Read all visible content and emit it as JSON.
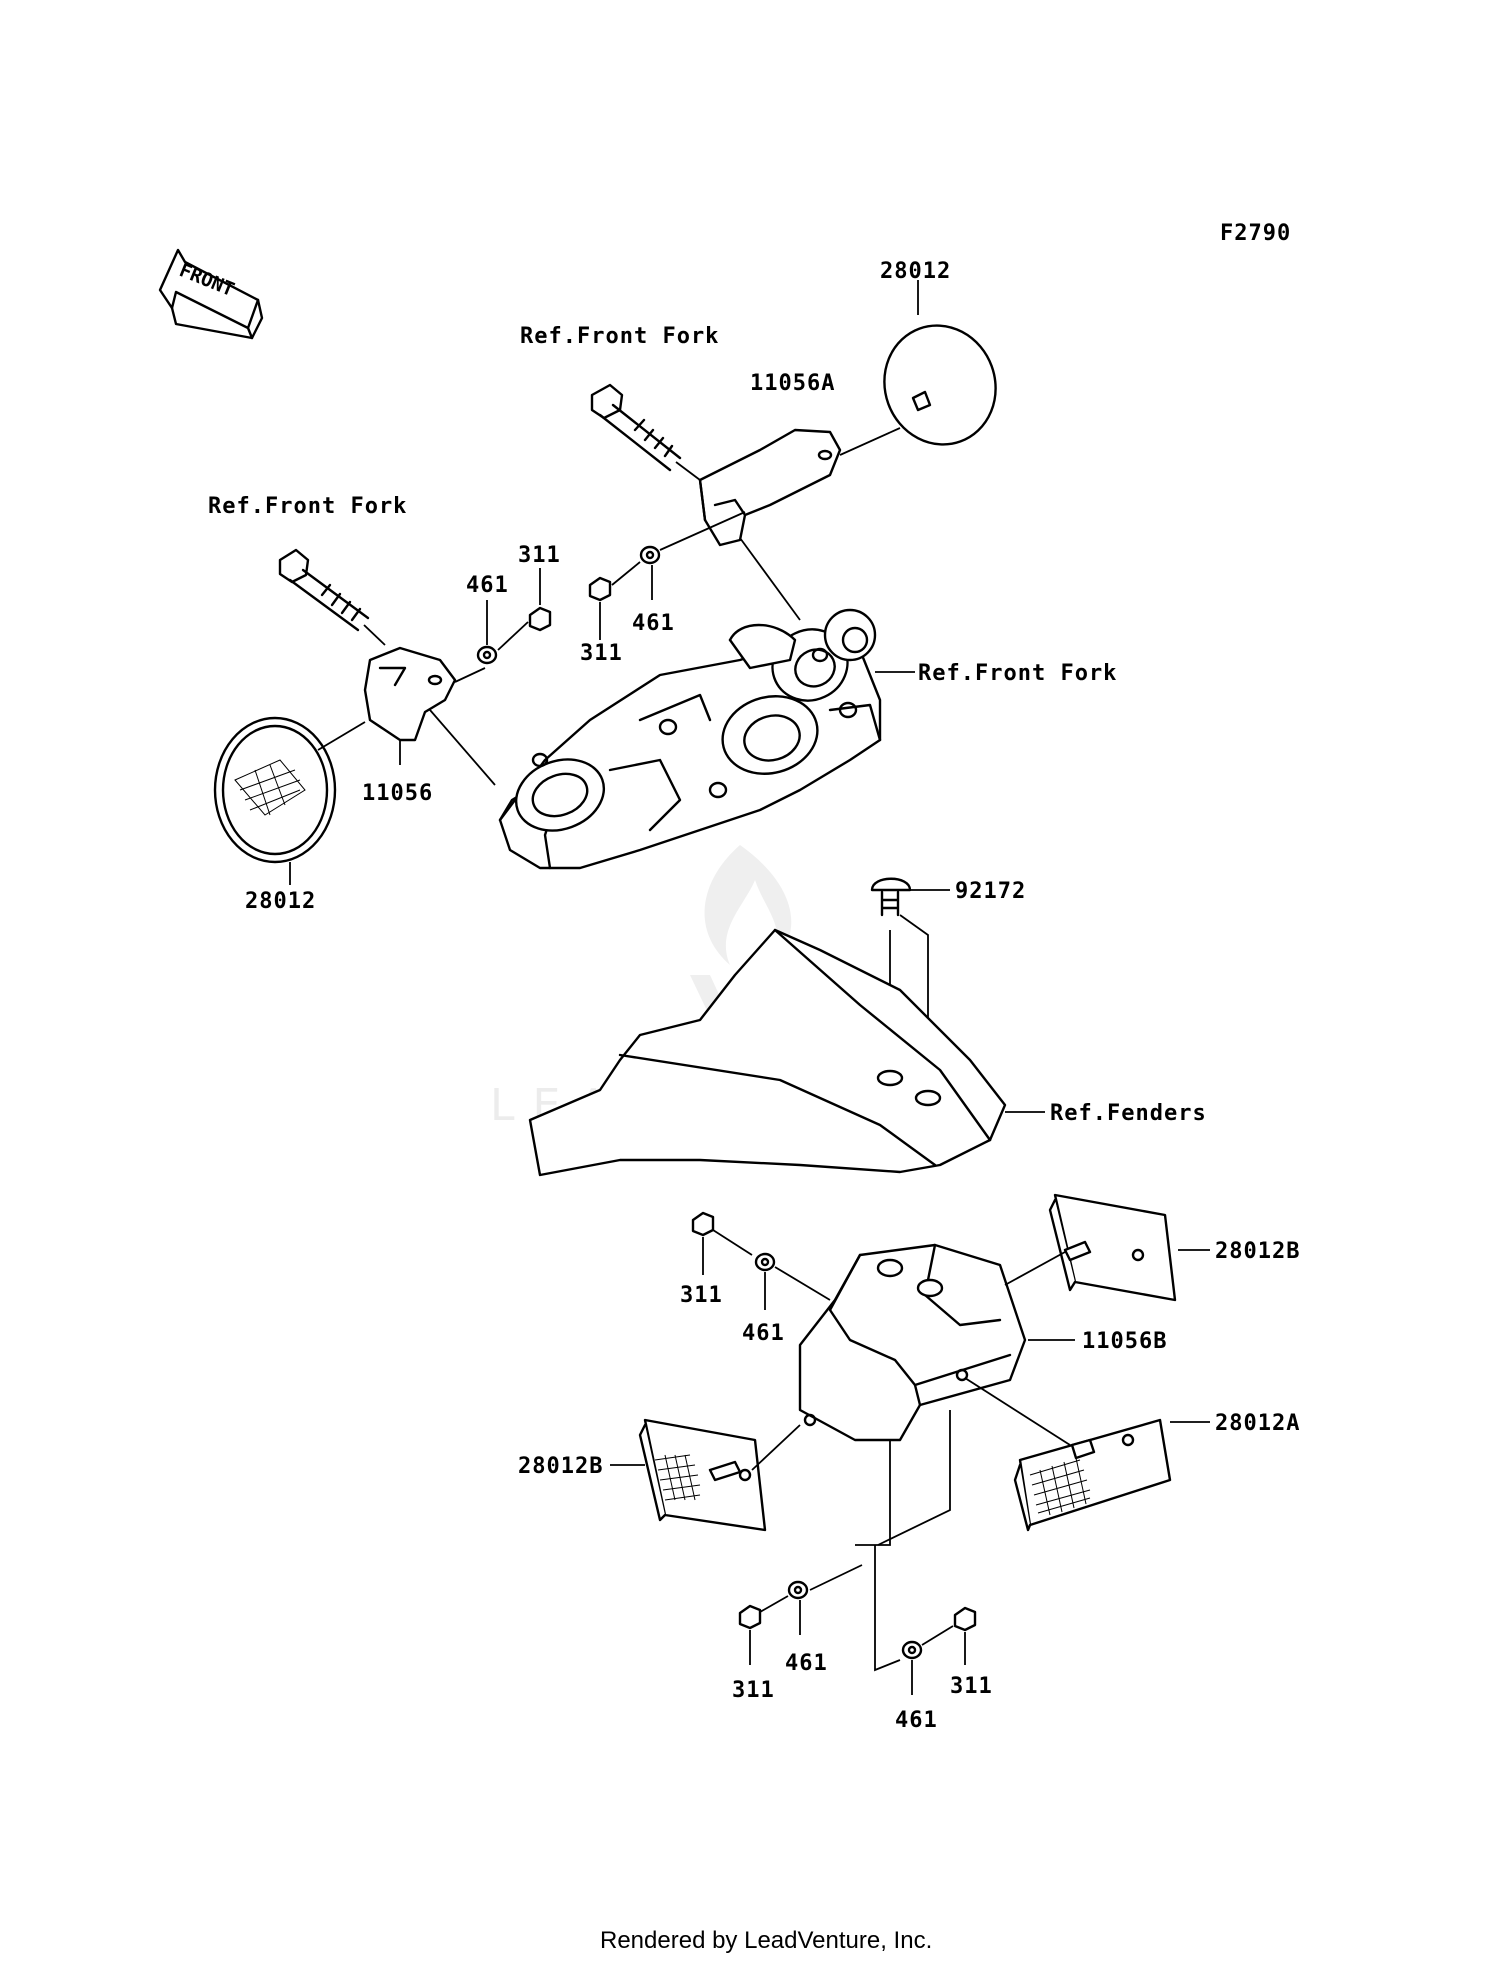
{
  "diagram": {
    "code": "F2790",
    "front_arrow": "FRONT",
    "footer": "Rendered by LeadVenture, Inc.",
    "watermark": "LEADVENTURE",
    "callouts": [
      {
        "id": "ref-front-fork-upper",
        "label": "Ref.Front Fork"
      },
      {
        "id": "ref-front-fork-left",
        "label": "Ref.Front Fork"
      },
      {
        "id": "ref-front-fork-right",
        "label": "Ref.Front Fork"
      },
      {
        "id": "ref-fenders",
        "label": "Ref.Fenders"
      },
      {
        "id": "p28012-top",
        "label": "28012"
      },
      {
        "id": "p28012-left",
        "label": "28012"
      },
      {
        "id": "p11056a",
        "label": "11056A"
      },
      {
        "id": "p11056",
        "label": "11056"
      },
      {
        "id": "p11056b",
        "label": "11056B"
      },
      {
        "id": "p92172",
        "label": "92172"
      },
      {
        "id": "p28012b-right",
        "label": "28012B"
      },
      {
        "id": "p28012b-left",
        "label": "28012B"
      },
      {
        "id": "p28012a",
        "label": "28012A"
      },
      {
        "id": "p461-a",
        "label": "461"
      },
      {
        "id": "p311-a",
        "label": "311"
      },
      {
        "id": "p461-b",
        "label": "461"
      },
      {
        "id": "p311-b",
        "label": "311"
      },
      {
        "id": "p311-c",
        "label": "311"
      },
      {
        "id": "p461-c",
        "label": "461"
      },
      {
        "id": "p461-d",
        "label": "461"
      },
      {
        "id": "p311-d",
        "label": "311"
      },
      {
        "id": "p461-e",
        "label": "461"
      },
      {
        "id": "p311-e",
        "label": "311"
      }
    ]
  }
}
